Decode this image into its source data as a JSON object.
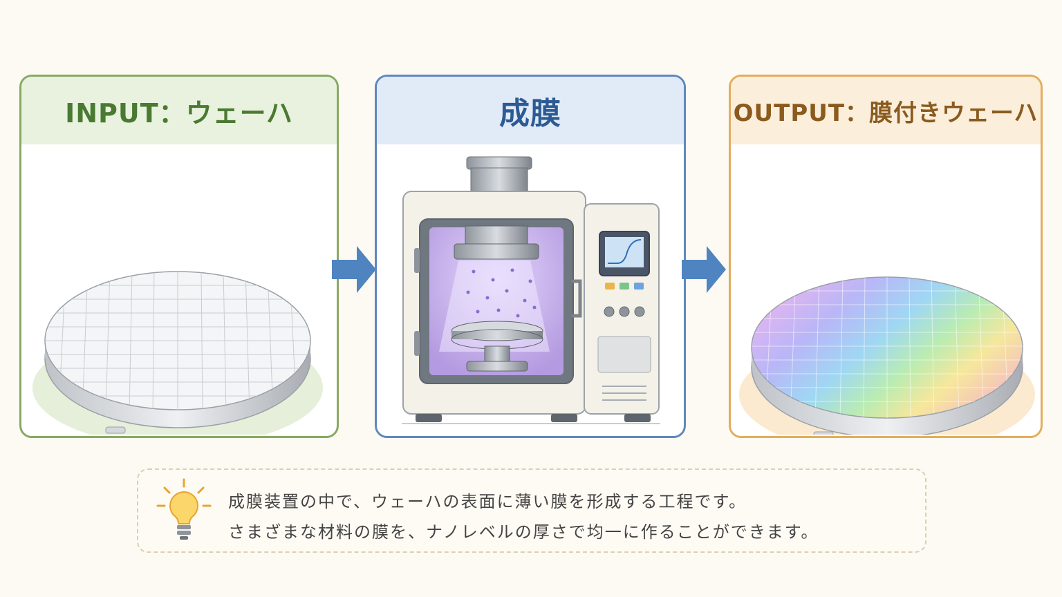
{
  "panels": {
    "input": {
      "title": "INPUT：ウェーハ"
    },
    "process": {
      "title": "成膜"
    },
    "output": {
      "title": "OUTPUT：膜付きウェーハ"
    }
  },
  "note": {
    "line1": "成膜装置の中で、ウェーハの表面に薄い膜を形成する工程です。",
    "line2": "さまざまな材料の膜を、ナノレベルの厚さで均一に作ることができます。"
  },
  "icons": [
    "wafer-icon",
    "arrow-right-icon",
    "deposition-machine-icon",
    "coated-wafer-icon",
    "lightbulb-icon"
  ],
  "colors": {
    "input_accent": "#86aa62",
    "process_accent": "#5f88bf",
    "output_accent": "#e3ad5f",
    "arrow": "#4f84c0"
  }
}
